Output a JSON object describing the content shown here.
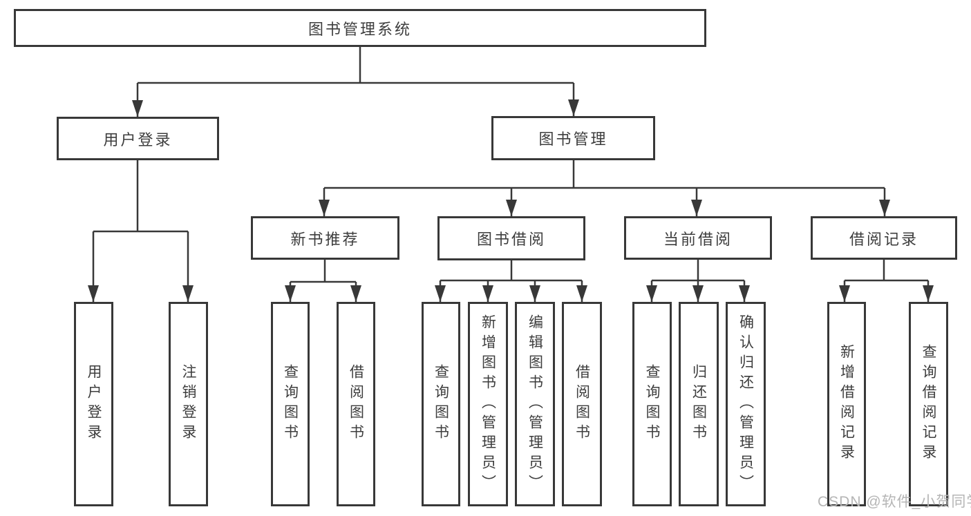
{
  "diagram": {
    "root": {
      "label": "图书管理系统"
    },
    "branches": [
      {
        "label": "用户登录",
        "children": [
          {
            "label": "用户登录"
          },
          {
            "label": "注销登录"
          }
        ]
      },
      {
        "label": "图书管理",
        "children": [
          {
            "label": "新书推荐",
            "children": [
              {
                "label": "查询图书"
              },
              {
                "label": "借阅图书"
              }
            ]
          },
          {
            "label": "图书借阅",
            "children": [
              {
                "label": "查询图书"
              },
              {
                "label": "新增图书（管理员）"
              },
              {
                "label": "编辑图书（管理员）"
              },
              {
                "label": "借阅图书"
              }
            ]
          },
          {
            "label": "当前借阅",
            "children": [
              {
                "label": "查询图书"
              },
              {
                "label": "归还图书"
              },
              {
                "label": "确认归还（管理员）"
              }
            ]
          },
          {
            "label": "借阅记录",
            "children": [
              {
                "label": "新增借阅记录"
              },
              {
                "label": "查询借阅记录"
              }
            ]
          }
        ]
      }
    ]
  },
  "watermark": {
    "text": "CSDN @软件_小贺同学"
  },
  "colors": {
    "line": "#383838",
    "text": "#3d3d3d",
    "watermark": "#b5b5b5",
    "background": "#ffffff"
  }
}
